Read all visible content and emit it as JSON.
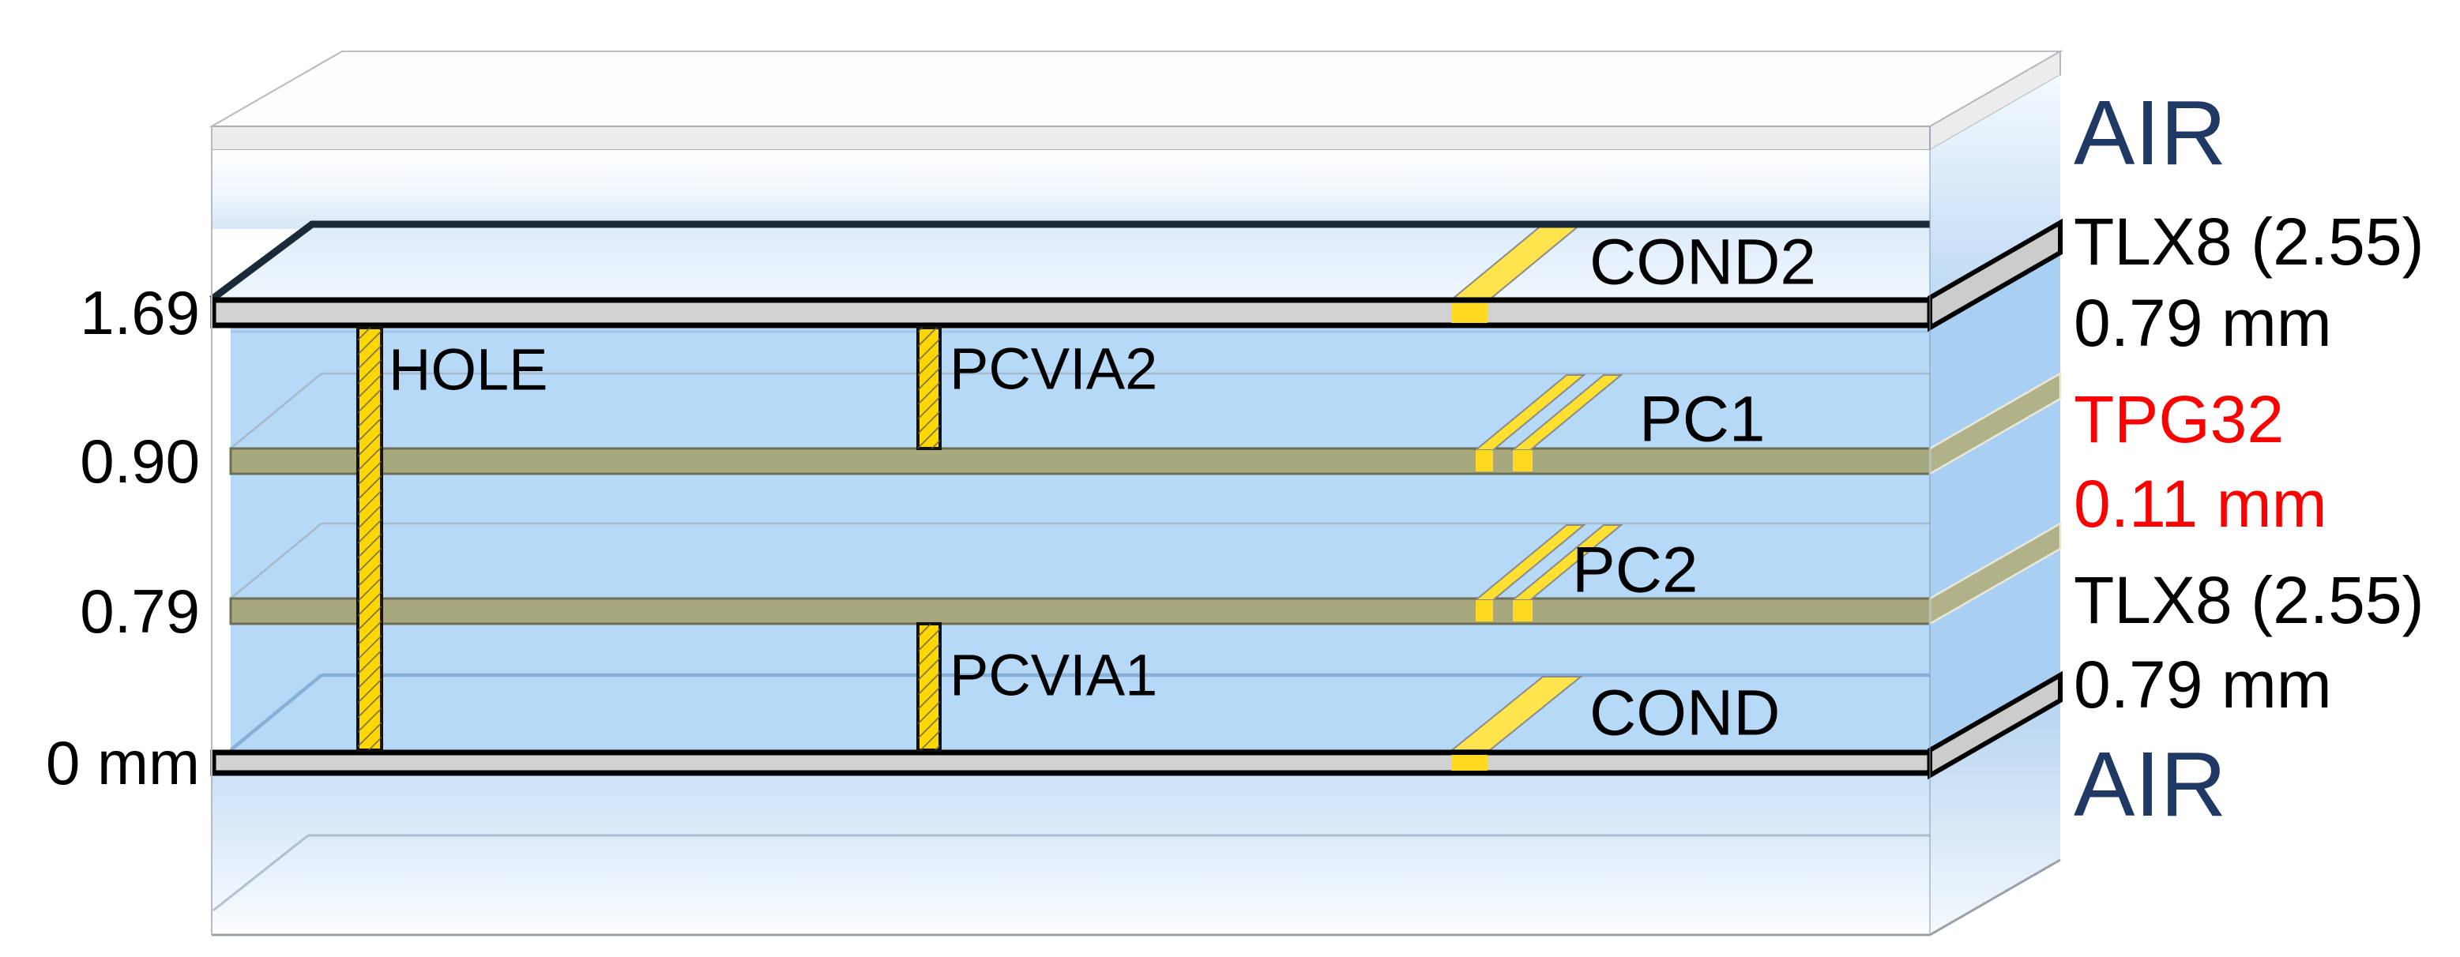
{
  "figure": {
    "kind": "pcb-stackup-3d-diagram",
    "left_ticks": [
      {
        "label": "1.69"
      },
      {
        "label": "0.90"
      },
      {
        "label": "0.79"
      },
      {
        "label": "0 mm"
      }
    ],
    "right_labels": [
      {
        "label": "AIR",
        "color": "#1f3864"
      },
      {
        "label": "TLX8 (2.55)",
        "color": "#000000"
      },
      {
        "label": "0.79 mm",
        "color": "#000000"
      },
      {
        "label": "TPG32",
        "color": "#ff0000"
      },
      {
        "label": "0.11 mm",
        "color": "#ff0000"
      },
      {
        "label": "TLX8 (2.55)",
        "color": "#000000"
      },
      {
        "label": "0.79 mm",
        "color": "#000000"
      },
      {
        "label": "AIR",
        "color": "#1f3864"
      }
    ],
    "conductor_labels": [
      {
        "label": "COND2"
      },
      {
        "label": "PC1"
      },
      {
        "label": "PC2"
      },
      {
        "label": "COND"
      }
    ],
    "via_labels": [
      {
        "label": "HOLE"
      },
      {
        "label": "PCVIA2"
      },
      {
        "label": "PCVIA1"
      }
    ],
    "colors": {
      "substrate_front": "#b6d9f8",
      "substrate_side": "#a9cff2",
      "thin_layer_khaki": "#a8a87e",
      "metal_plane_gray": "#d2d2d2",
      "trace_yellow": "#ffe44d",
      "via_yellow": "#ffd700",
      "back_edge_navy": "#1b2a38",
      "air_text_navy": "#1f3864",
      "highlight_red": "#ff0000"
    }
  }
}
